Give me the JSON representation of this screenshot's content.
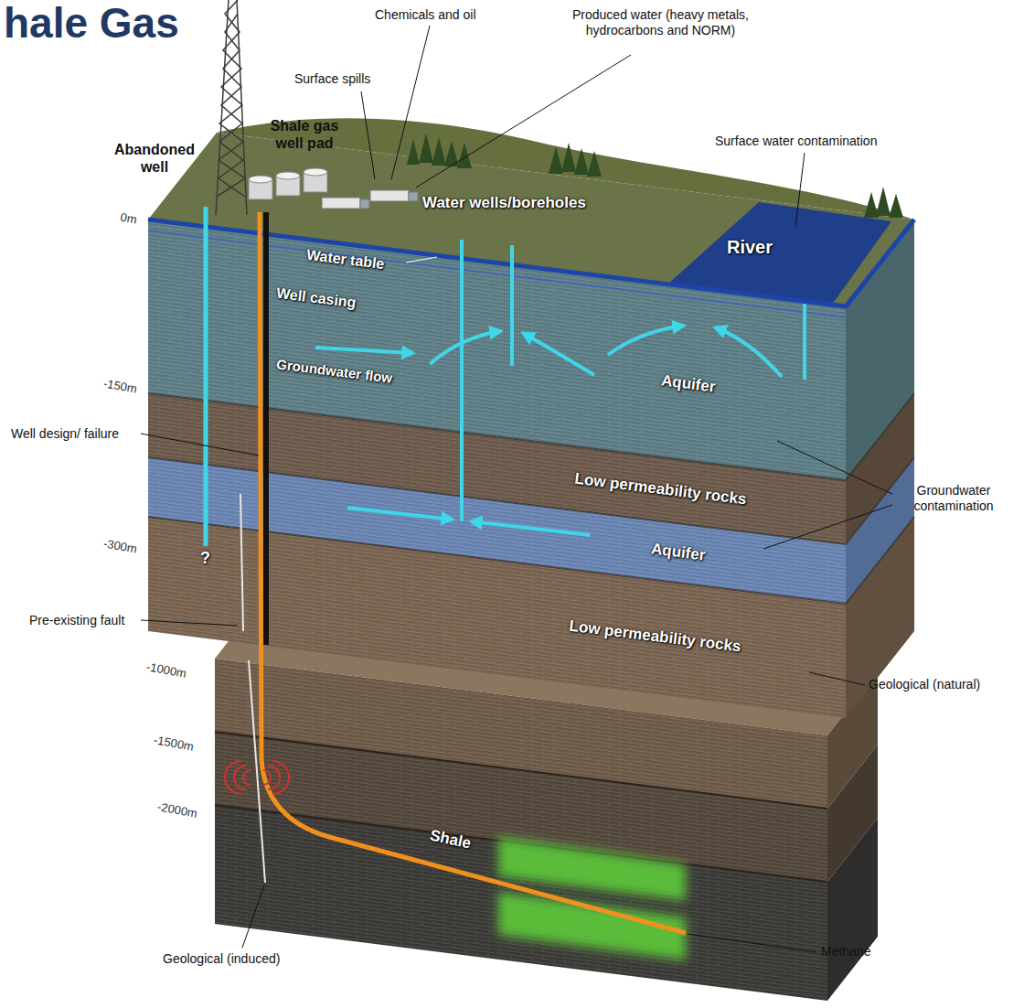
{
  "diagram": {
    "title": "hale Gas",
    "labels": [
      "Chemicals and oil",
      "Produced water (heavy metals, hydrocarbons and NORM)",
      "Surface spills",
      "Shale gas well pad",
      "Abandoned well",
      "Surface water contamination",
      "0m",
      "Water wells/boreholes",
      "River",
      "Water table",
      "Well casing",
      "-150m",
      "Groundwater flow",
      "Aquifer",
      "Well design/ failure",
      "Low permeability rocks",
      "Groundwater contamination",
      "Aquifer",
      "-300m",
      "?",
      "Pre-existing fault",
      "-1000m",
      "Low permeability rocks",
      "Geological (natural)",
      "-1500m",
      "-2000m",
      "Shale",
      "Geological (induced)",
      "Methane"
    ]
  }
}
